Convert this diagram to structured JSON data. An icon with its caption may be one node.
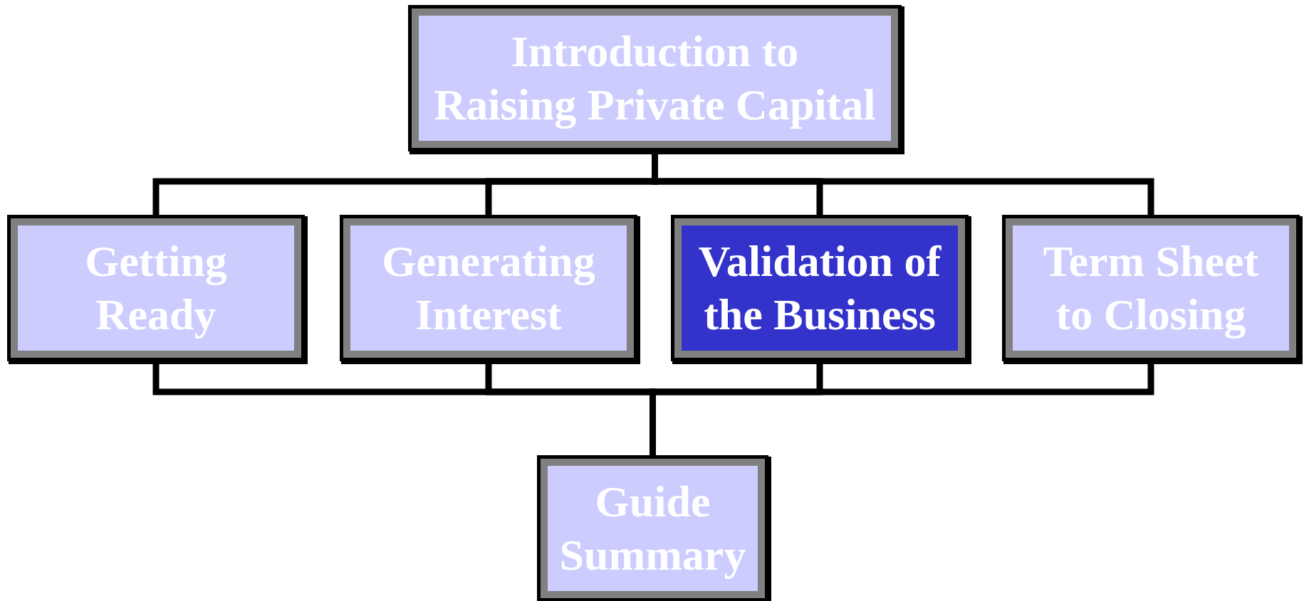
{
  "diagram": {
    "nodes": [
      {
        "text": [
          "Introduction to Raising Private Capital"
        ]
      },
      {
        "text": [
          "Getting Ready"
        ]
      },
      {
        "text": [
          "Generating Interest"
        ]
      },
      {
        "text": [
          "Validation of the Business"
        ]
      },
      {
        "text": [
          "Term Sheet to Closing"
        ]
      },
      {
        "text": [
          "Guide Summary"
        ]
      }
    ],
    "edges": [
      {
        "from": 0,
        "to": 1,
        "arrow": "none"
      },
      {
        "from": 0,
        "to": 2,
        "arrow": "none"
      },
      {
        "from": 0,
        "to": 3,
        "arrow": "none"
      },
      {
        "from": 0,
        "to": 4,
        "arrow": "none"
      },
      {
        "from": 1,
        "to": 5,
        "arrow": "none"
      },
      {
        "from": 2,
        "to": 5,
        "arrow": "none"
      },
      {
        "from": 3,
        "to": 5,
        "arrow": "none"
      },
      {
        "from": 4,
        "to": 5,
        "arrow": "none"
      }
    ]
  }
}
